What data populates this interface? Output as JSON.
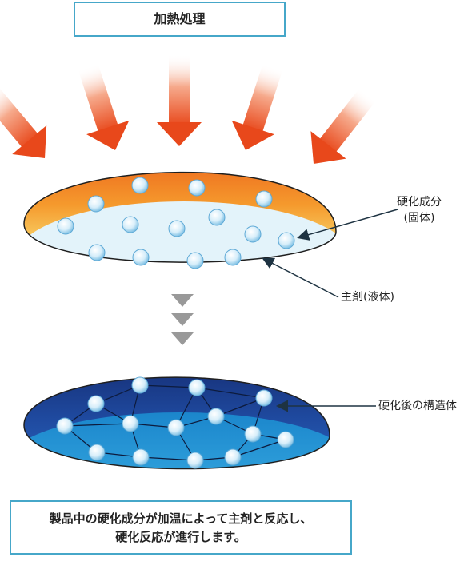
{
  "title": "加熱処理",
  "labels": {
    "hardener_line1": "硬化成分",
    "hardener_line2": "(固体)",
    "main_agent": "主剤(液体)",
    "structure": "硬化後の構造体"
  },
  "caption": {
    "line1": "製品中の硬化成分が加温によって主剤と反応し、",
    "line2": "硬化反応が進行します。"
  },
  "colors": {
    "accent_border": "#46a7c9",
    "heat_arrow": "#e8481b",
    "down_arrow": "#999999",
    "top_dome_hot": "#ea5a18",
    "top_dome_warm": "#f8d46a",
    "liquid": "#dff1f9",
    "bottom_dome_dark": "#1f3a8a",
    "bottom_dome_light": "#1e8fd0"
  },
  "icons": [
    "heat-arrow-icon",
    "down-triangle-icon",
    "particle-icon"
  ]
}
